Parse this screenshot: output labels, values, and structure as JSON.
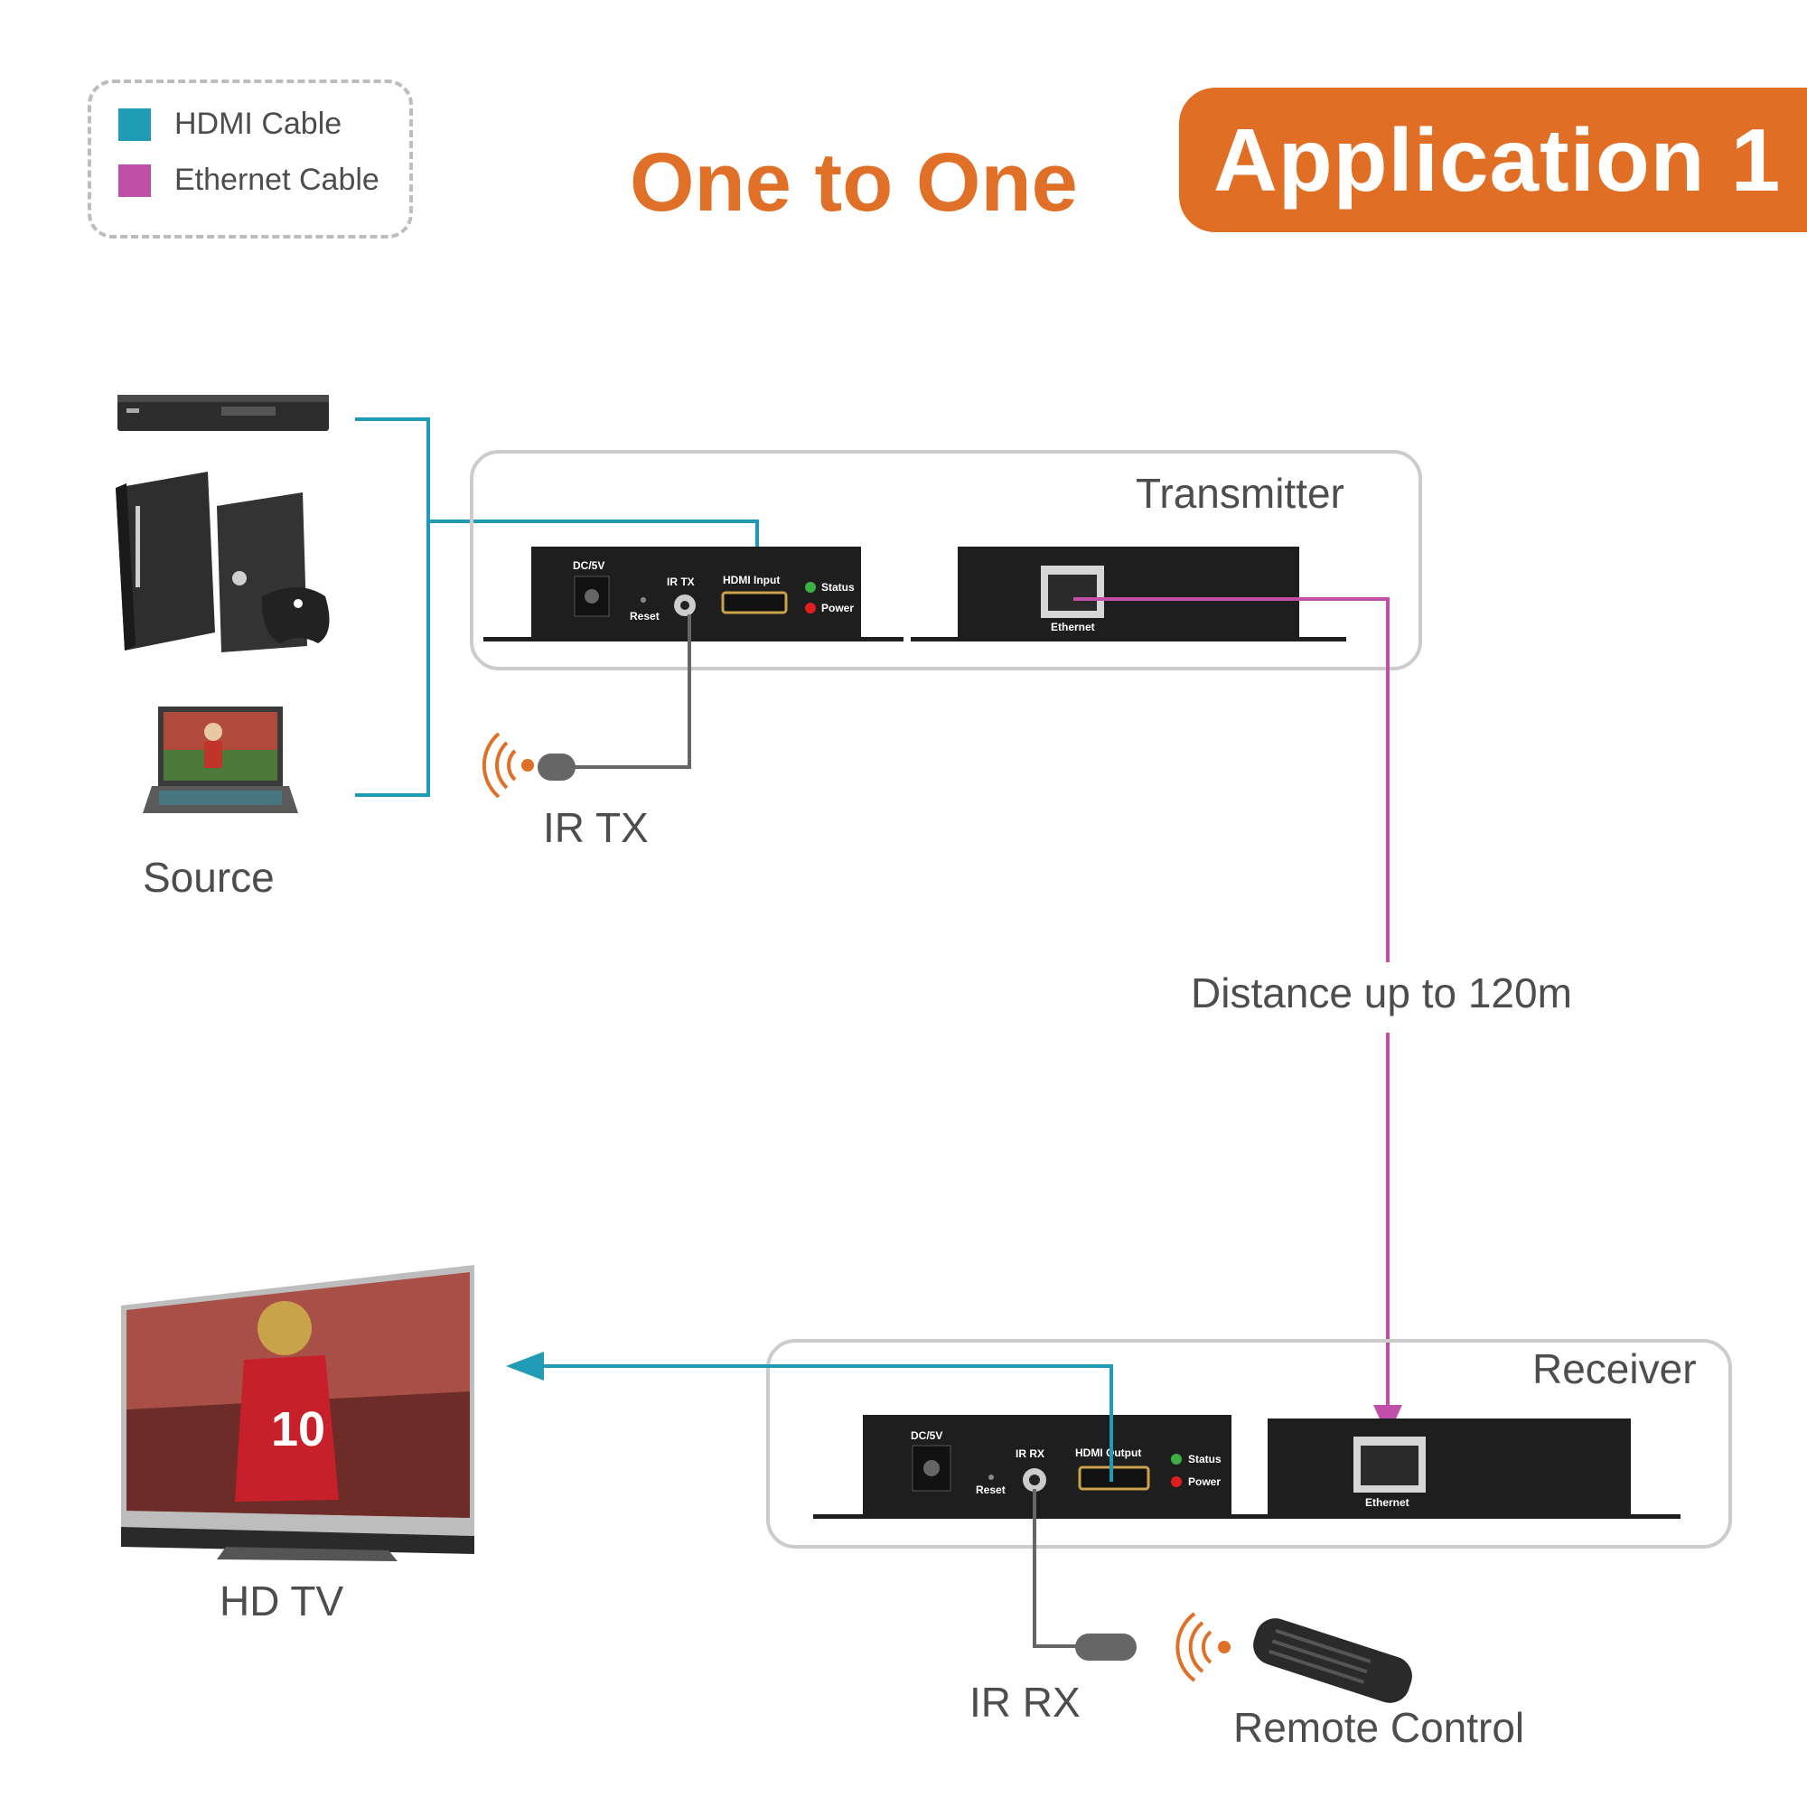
{
  "legend": {
    "items": [
      {
        "label": "HDMI Cable",
        "color": "#1f9bb5"
      },
      {
        "label": "Ethernet Cable",
        "color": "#c04fa8"
      }
    ]
  },
  "title": "One to One",
  "badge": "Application 1",
  "colors": {
    "accent": "#e06f25",
    "hdmi": "#1f9bb5",
    "ethernet": "#c04fa8",
    "ir": "#666666"
  },
  "source": {
    "label": "Source"
  },
  "transmitter": {
    "label": "Transmitter",
    "ports": {
      "dc": "DC/5V",
      "reset": "Reset",
      "ir": "IR TX",
      "hdmi": "HDMI Input",
      "status": "Status",
      "power": "Power",
      "ethernet": "Ethernet"
    }
  },
  "ir_tx": {
    "label": "IR TX"
  },
  "distance": {
    "label": "Distance up to 120m"
  },
  "receiver": {
    "label": "Receiver",
    "ports": {
      "dc": "DC/5V",
      "reset": "Reset",
      "ir": "IR RX",
      "hdmi": "HDMI Output",
      "status": "Status",
      "power": "Power",
      "ethernet": "Ethernet"
    }
  },
  "tv": {
    "label": "HD TV"
  },
  "ir_rx": {
    "label": "IR RX"
  },
  "remote": {
    "label": "Remote Control"
  }
}
